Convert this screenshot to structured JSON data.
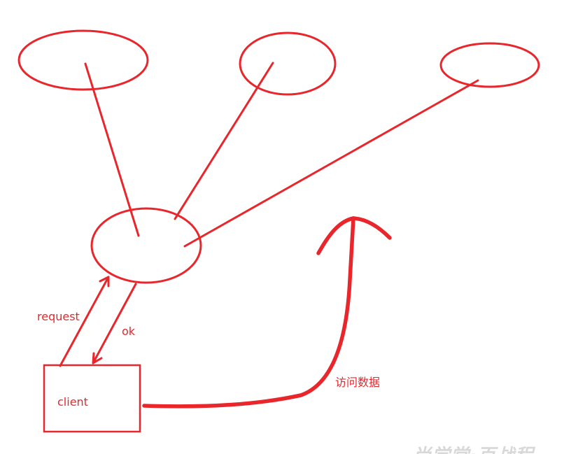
{
  "colors": {
    "stroke": "#e8262b",
    "text": "#e8262b",
    "watermark": "#d8d8d8"
  },
  "labels": {
    "request": "request",
    "ok": "ok",
    "client": "client",
    "access_data": "访问数据"
  },
  "watermark": {
    "text": "尚学堂·百战程"
  }
}
